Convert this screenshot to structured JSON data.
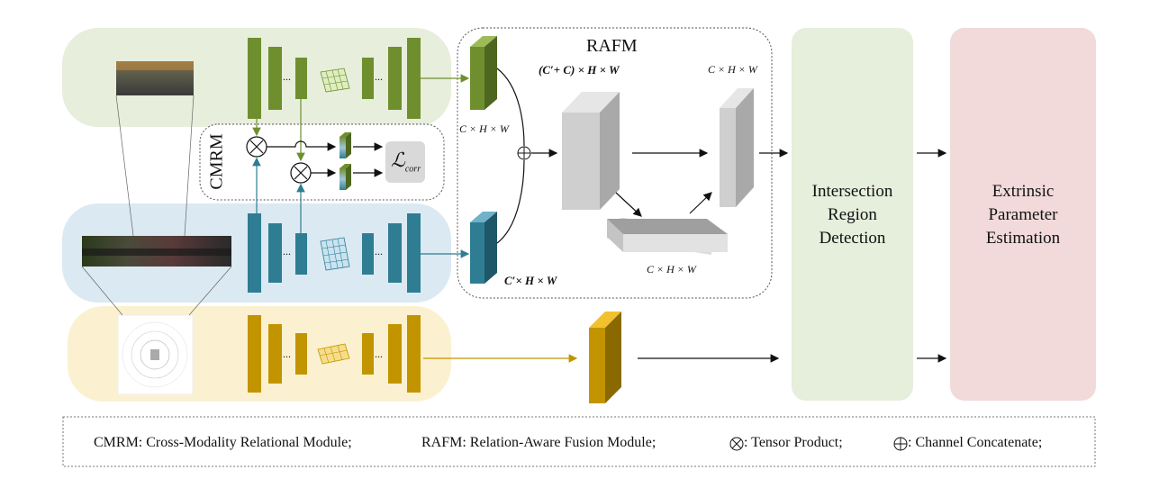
{
  "rafm": {
    "title": "RAFM",
    "dim_top_left": "(C′+ C) × H × W",
    "dim_top_right": "C × H × W",
    "dim_left_top": "C × H × W",
    "dim_left_bottom": "C′× H × W",
    "dim_bottom": "C × H × W",
    "concat_symbol": "⊕"
  },
  "cmrm": {
    "title": "CMRM",
    "loss_symbol": "ℒ",
    "loss_sub": "corr",
    "tensor_symbol": "⊗"
  },
  "detection_label": "Intersection Region Detection",
  "estimation_label": "Extrinsic Parameter Estimation",
  "legend": {
    "cmrm": "CMRM: Cross-Modality Relational Module;",
    "rafm": "RAFM: Relation-Aware Fusion Module;",
    "tensor_symbol": "⊗",
    "tensor": ": Tensor Product;",
    "concat_symbol": "⊕",
    "concat": ": Channel Concatenate;"
  },
  "encoder_dots": "...",
  "colors": {
    "green": "#6f8f2f",
    "green_bg": "#e7eedb",
    "blue": "#2e7d93",
    "blue_bg": "#dbe9f2",
    "gold": "#c29400",
    "gold_bg": "#fbf1d0",
    "detection_bg": "#e6eedc",
    "estimation_bg": "#f2dada"
  }
}
